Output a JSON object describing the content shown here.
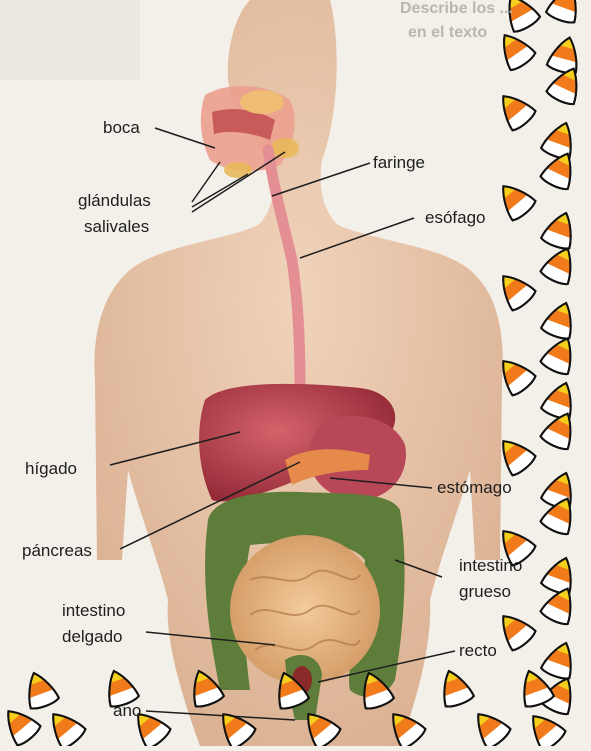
{
  "labels": {
    "boca": "boca",
    "glandulas_line1": "glándulas",
    "glandulas_line2": "salivales",
    "faringe": "faringe",
    "esofago": "esófago",
    "higado": "hígado",
    "estomago": "estómago",
    "pancreas": "páncreas",
    "intestino_grueso_line1": "intestino",
    "intestino_grueso_line2": "grueso",
    "intestino_delgado_line1": "intestino",
    "intestino_delgado_line2": "delgado",
    "recto": "recto",
    "ano": "ano"
  },
  "background_text": {
    "heading_line1": "Describe los ... ",
    "heading_line2": "en el texto"
  },
  "colors": {
    "body_skin": "#e9c8ad",
    "organ_liver": "#b9414c",
    "organ_intestine_large": "#5f7d3a",
    "organ_intestine_small": "#e4b37e",
    "esophagus": "#e48f93",
    "candy_tip": "#f6ce1c",
    "candy_mid": "#f17a1a",
    "candy_base": "#ffffff"
  }
}
